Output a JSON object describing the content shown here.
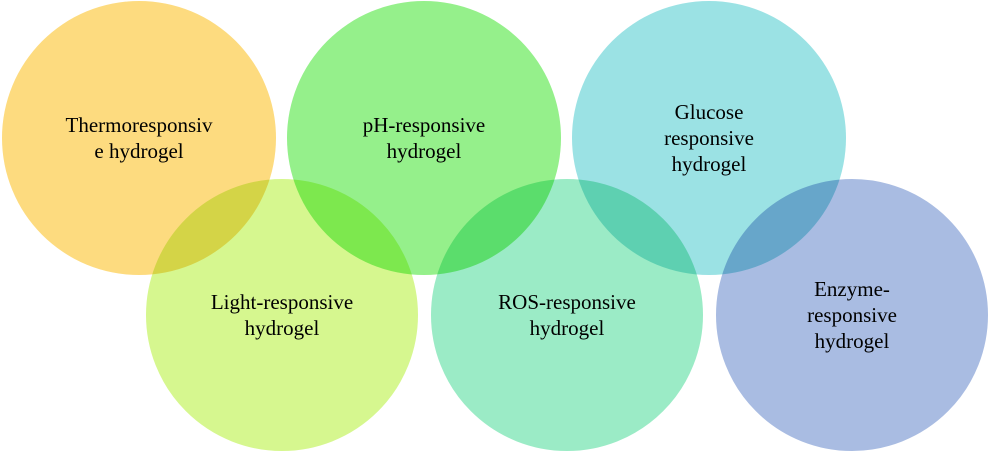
{
  "diagram": {
    "type": "overlapping-circles",
    "nodes": [
      {
        "id": "thermo",
        "lines": [
          "Thermoresponsiv",
          "e hydrogel"
        ],
        "color": "#FDDB7F",
        "row": "top",
        "order": 0
      },
      {
        "id": "ph",
        "lines": [
          "pH-responsive",
          "hydrogel"
        ],
        "color": "#95F08B",
        "row": "top",
        "order": 1
      },
      {
        "id": "glucose",
        "lines": [
          "Glucose",
          "responsive",
          "hydrogel"
        ],
        "color": "#9BE2E4",
        "row": "top",
        "order": 2
      },
      {
        "id": "light",
        "lines": [
          "Light-responsive",
          "hydrogel"
        ],
        "color": "#D3F785",
        "row": "bottom",
        "order": 0
      },
      {
        "id": "ros",
        "lines": [
          "ROS-responsive",
          "hydrogel"
        ],
        "color": "#93EAC1",
        "row": "bottom",
        "order": 1
      },
      {
        "id": "enzyme",
        "lines": [
          "Enzyme-",
          "responsive",
          "hydrogel"
        ],
        "color": "#A2B7E0",
        "row": "bottom",
        "order": 2
      }
    ]
  }
}
